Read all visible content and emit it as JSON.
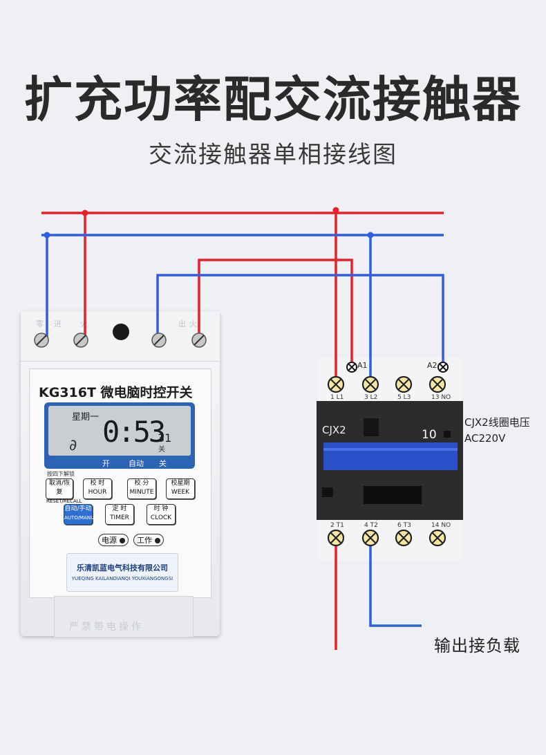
{
  "title": "扩充功率配交流接触器",
  "subtitle": "交流接触器单相接线图",
  "timer": {
    "model": "KG316T  微电脑时控开关",
    "lcd_week": "星期一",
    "lcd_time": "0:53",
    "lcd_seconds": "31",
    "lcd_mode": "∂",
    "lcd_off_small": "关",
    "status_on": "开",
    "status_auto": "自动",
    "status_off": "关",
    "note": "按四下解锁",
    "buttons": [
      {
        "cn": "取消/恢复",
        "en": "RESET/RECALL"
      },
      {
        "cn": "校 时",
        "en": "HOUR"
      },
      {
        "cn": "校 分",
        "en": "MINUTE"
      },
      {
        "cn": "校星期",
        "en": "WEEK"
      },
      {
        "cn": "自动/手动",
        "en": "AUTO/MANU"
      },
      {
        "cn": "定 时",
        "en": "TIMER"
      },
      {
        "cn": "时 钟",
        "en": "CLOCK"
      }
    ],
    "led_power": "电源",
    "led_work": "工作",
    "maker_cn": "乐清凯蓝电气科技有限公司",
    "maker_en": "YUEQING KAILANDIANQI YOUXIANGONGSI",
    "lid_text": "严禁带电操作",
    "top_marks": [
      "零",
      "进",
      "火",
      "出",
      "火"
    ]
  },
  "contactor": {
    "a1": "A1",
    "a2": "A2",
    "top_terminals": [
      "1 L1",
      "3 L2",
      "5 L3",
      "13 NO"
    ],
    "bottom_terminals": [
      "2 T1",
      "4 T2",
      "6 T3",
      "14 NO"
    ],
    "model": "CJX2",
    "rating": "10",
    "coil_note_1": "CJX2线圈电压",
    "coil_note_2": "AC220V"
  },
  "load_note": "输出接负载",
  "colors": {
    "live": "#e8202a",
    "neutral": "#2f5fe0",
    "background": "#eef0f4"
  }
}
